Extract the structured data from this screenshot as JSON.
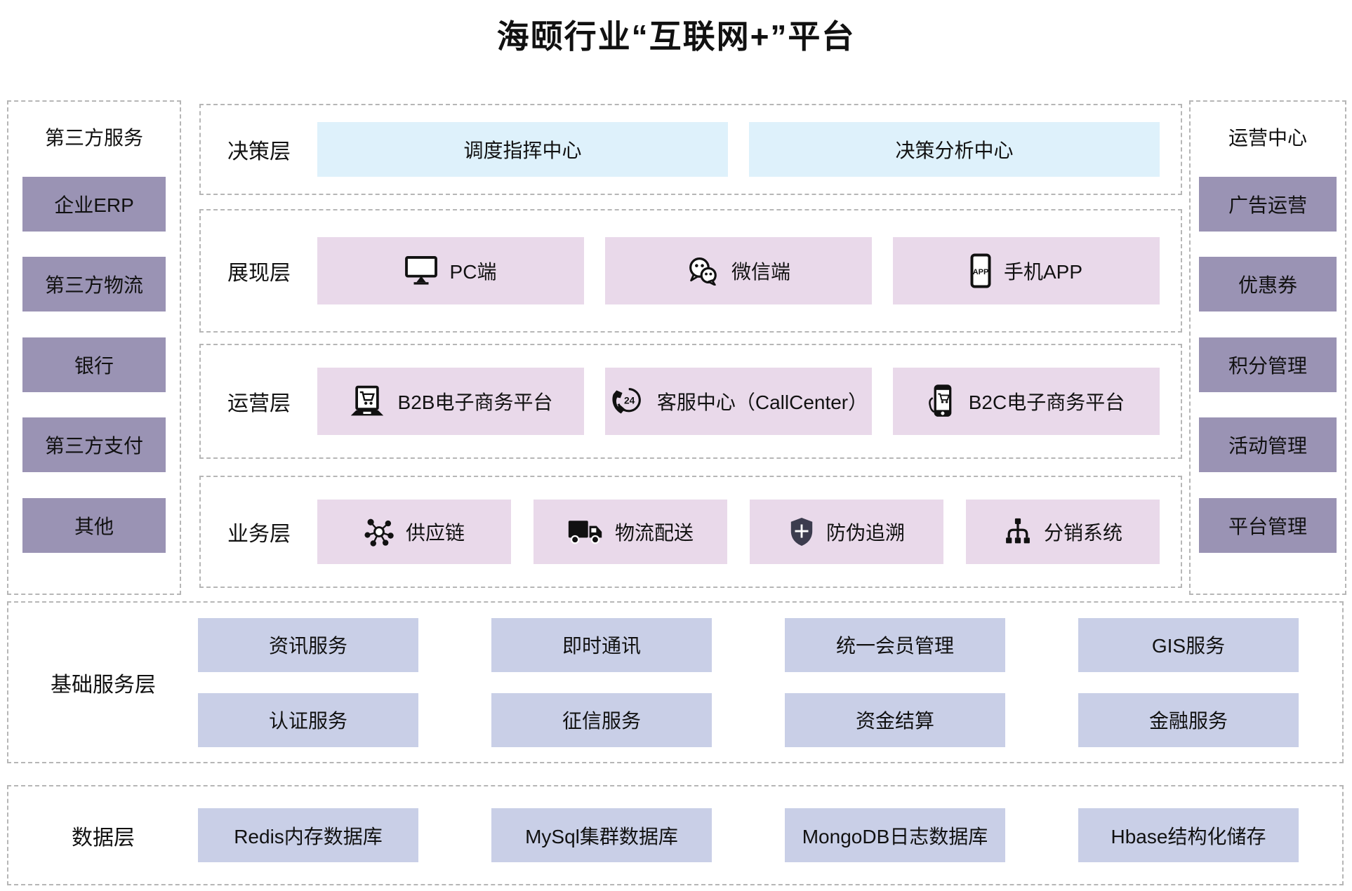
{
  "title": "海颐行业“互联网+”平台",
  "left_panel": {
    "title": "第三方服务",
    "items": [
      "企业ERP",
      "第三方物流",
      "银行",
      "第三方支付",
      "其他"
    ]
  },
  "right_panel": {
    "title": "运营中心",
    "items": [
      "广告运营",
      "优惠券",
      "积分管理",
      "活动管理",
      "平台管理"
    ]
  },
  "decision_layer": {
    "label": "决策层",
    "items": [
      "调度指挥中心",
      "决策分析中心"
    ]
  },
  "presentation_layer": {
    "label": "展现层",
    "items": [
      {
        "icon": "monitor-icon",
        "label": "PC端"
      },
      {
        "icon": "wechat-icon",
        "label": "微信端"
      },
      {
        "icon": "phone-app-icon",
        "label": "手机APP"
      }
    ]
  },
  "operation_layer": {
    "label": "运营层",
    "items": [
      {
        "icon": "laptop-cart-icon",
        "label": "B2B电子商务平台"
      },
      {
        "icon": "callcenter-24-icon",
        "label": "客服中心（CallCenter）"
      },
      {
        "icon": "mobile-cart-icon",
        "label": "B2C电子商务平台"
      }
    ]
  },
  "business_layer": {
    "label": "业务层",
    "items": [
      {
        "icon": "network-icon",
        "label": "供应链"
      },
      {
        "icon": "truck-icon",
        "label": "物流配送"
      },
      {
        "icon": "shield-icon",
        "label": "防伪追溯"
      },
      {
        "icon": "hierarchy-icon",
        "label": "分销系统"
      }
    ]
  },
  "foundation_layer": {
    "label": "基础服务层",
    "row1": [
      "资讯服务",
      "即时通讯",
      "统一会员管理",
      "GIS服务"
    ],
    "row2": [
      "认证服务",
      "征信服务",
      "资金结算",
      "金融服务"
    ]
  },
  "data_layer": {
    "label": "数据层",
    "items": [
      "Redis内存数据库",
      "MySql集群数据库",
      "MongoDB日志数据库",
      "Hbase结构化储存"
    ]
  },
  "colors": {
    "side_box": "#9a93b4",
    "decision_box": "#def1fb",
    "middle_box": "#e9d9ea",
    "service_box": "#c9cfe7",
    "dashed_border": "#b6b6b6"
  }
}
